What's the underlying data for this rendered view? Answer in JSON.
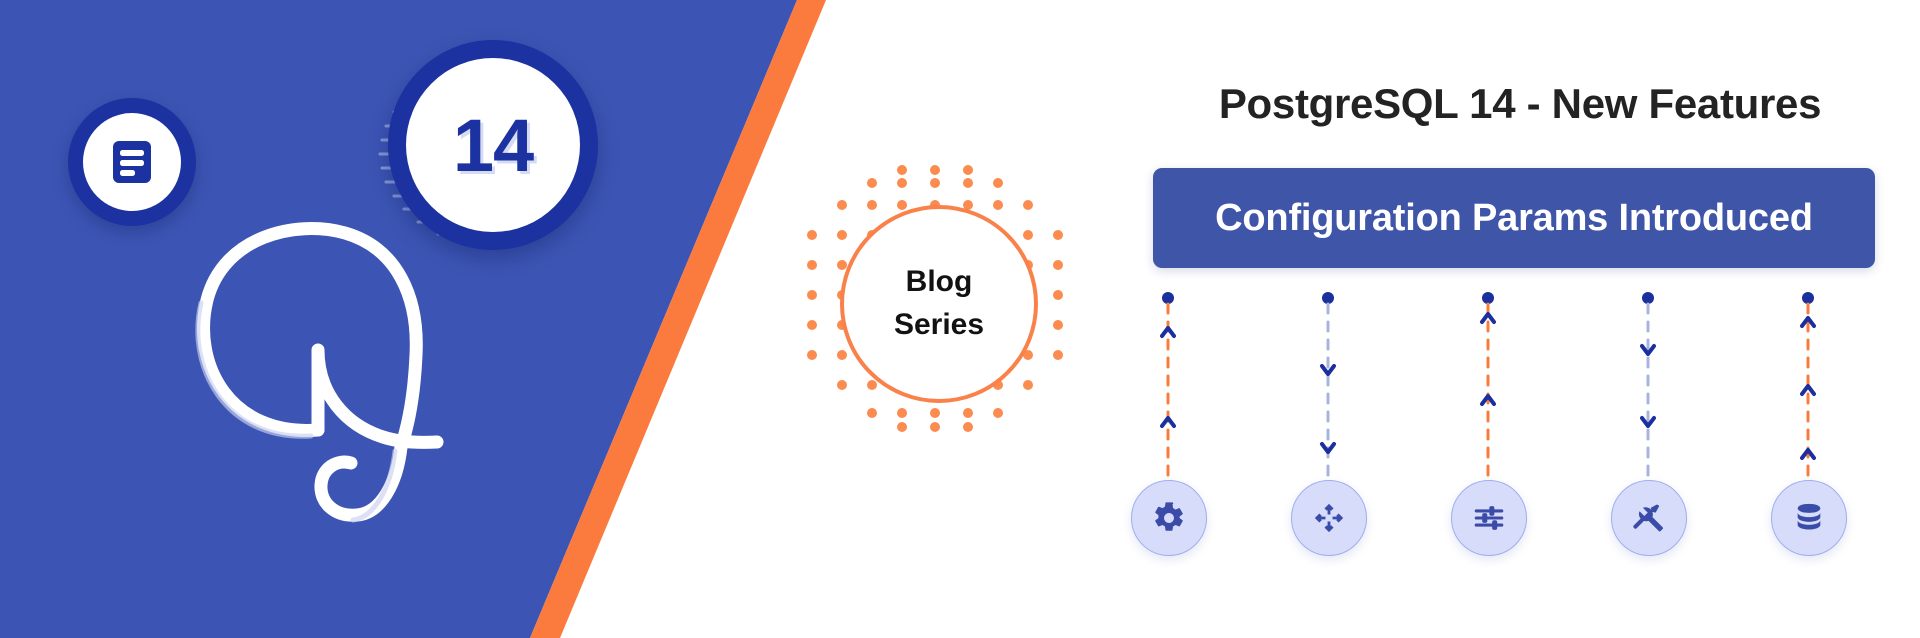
{
  "brand": {
    "panel_color": "#3C55B4",
    "accent_orange": "#FB7B3F",
    "deep_blue": "#1B32A0",
    "banner_blue": "#3F55A8",
    "icon_circle_fill": "#D7DCFA",
    "icon_glyph_color": "#3B4CA8"
  },
  "left_panel": {
    "doc_icon_name": "document-icon",
    "version_number": "14",
    "logo_name": "postgresql-elephant-logo"
  },
  "blog_series": {
    "line1": "Blog",
    "line2": "Series",
    "circle_color": "#F9814A",
    "dot_color": "#FB8B4E"
  },
  "header": {
    "title": "PostgreSQL 14 - New Features",
    "subtitle": "Configuration Params Introduced"
  },
  "features": [
    {
      "icon": "gear-icon",
      "line_color": "#FB7B3F",
      "chevrons": 2,
      "direction": "up"
    },
    {
      "icon": "move-arrows-icon",
      "line_color": "#A8B4DE",
      "chevrons": 2,
      "direction": "down"
    },
    {
      "icon": "sliders-icon",
      "line_color": "#FB7B3F",
      "chevrons": 2,
      "direction": "up"
    },
    {
      "icon": "tools-icon",
      "line_color": "#A8B4DE",
      "chevrons": 2,
      "direction": "down"
    },
    {
      "icon": "database-icon",
      "line_color": "#FB7B3F",
      "chevrons": 3,
      "direction": "up"
    }
  ]
}
